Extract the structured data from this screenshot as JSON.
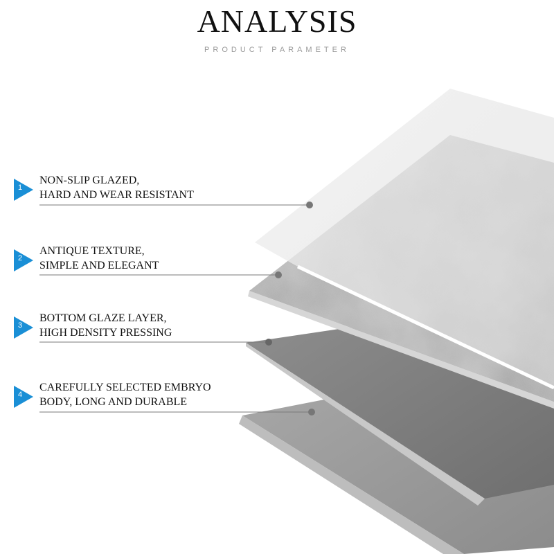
{
  "header": {
    "title": "ANALYSIS",
    "subtitle": "PRODUCT PARAMETER"
  },
  "features": [
    {
      "number": "1",
      "line1": "NON-SLIP GLAZED,",
      "line2": "HARD AND WEAR RESISTANT"
    },
    {
      "number": "2",
      "line1": "ANTIQUE TEXTURE,",
      "line2": "SIMPLE AND ELEGANT"
    },
    {
      "number": "3",
      "line1": "BOTTOM GLAZE LAYER,",
      "line2": "HIGH DENSITY PRESSING"
    },
    {
      "number": "4",
      "line1": "CAREFULLY SELECTED EMBRYO",
      "line2": "BODY, LONG AND DURABLE"
    }
  ],
  "colors": {
    "badge": "#1a8fd6",
    "leader_line": "#7a7a7a",
    "leader_dot": "#777777"
  }
}
